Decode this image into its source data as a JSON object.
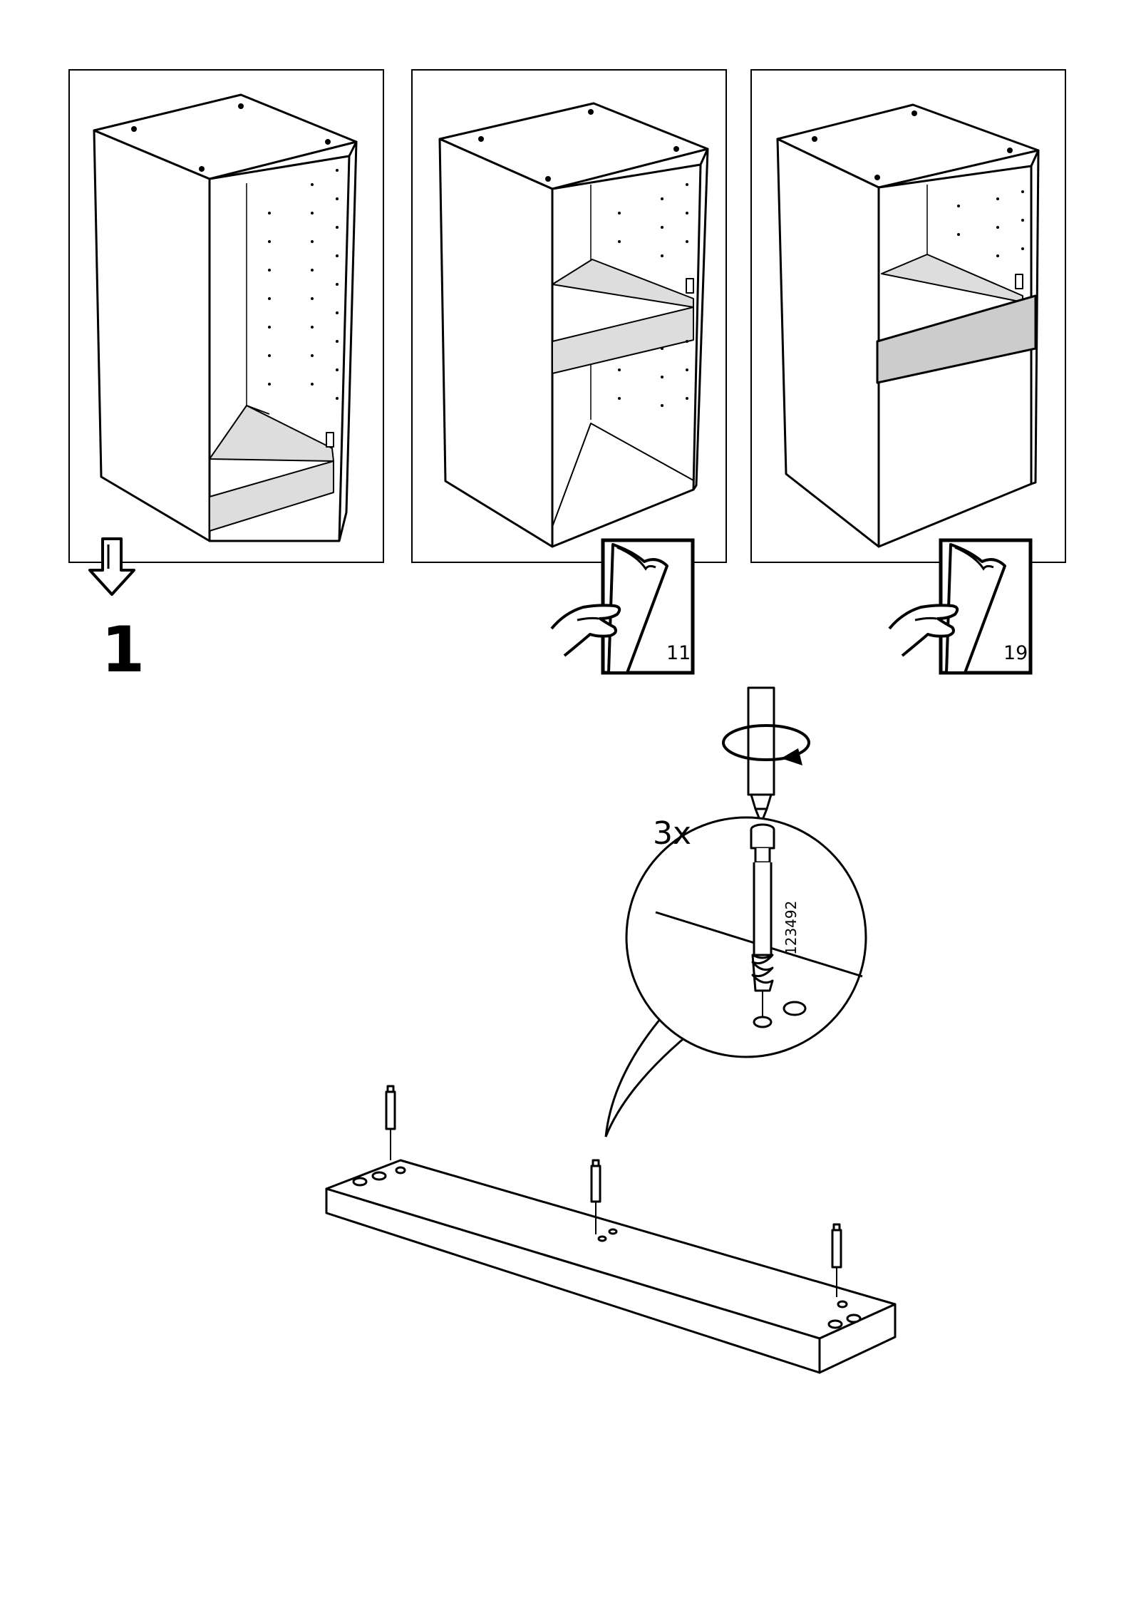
{
  "step": {
    "number": "1"
  },
  "variants": [
    {
      "id": "low-drawer",
      "page_ref": ""
    },
    {
      "id": "middle-shelf",
      "page_ref": "11"
    },
    {
      "id": "front-panel",
      "page_ref": "19"
    }
  ],
  "detail": {
    "quantity": "3x",
    "part_number": "123492"
  },
  "icons": [
    "arrow-down-icon",
    "page-turn-icon",
    "screwdriver-icon",
    "rotate-arrow-icon",
    "cam-dowel-icon"
  ]
}
